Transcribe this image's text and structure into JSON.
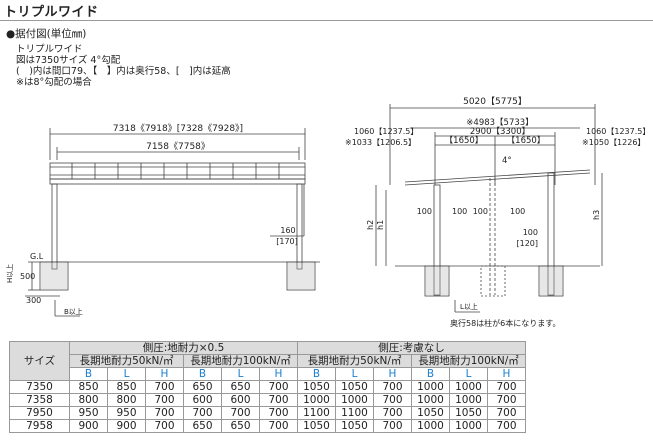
{
  "page": {
    "title": "トリプルワイド",
    "section_heading": "●据付図(単位㎜)",
    "notes": [
      "トリプルワイド",
      "図は7350サイズ 4°勾配",
      "(　)内は間口79、【　】内は奥行58、[　]内は延高",
      "※は8°勾配の場合"
    ]
  },
  "front_view": {
    "overall_width": "7318《7918》[7328《7928》]",
    "inner_width": "7158《7758》",
    "dim_160": "160",
    "dim_170": "[170]",
    "gl_label": "G.L",
    "dim_500": "500",
    "dim_h_ue": "H以上",
    "dim_300": "300",
    "dim_b_ue": "B以上"
  },
  "side_view": {
    "top_width": "5020【5775】",
    "star_4983": "※4983【5733】",
    "dim_2900": "2900【3300】",
    "dim_1650_left": "【1650】",
    "dim_1650_right": "【1650】",
    "angle": "4°",
    "left_overhang": "1060【1237.5】",
    "left_overhang_star": "※1033【1206.5】",
    "right_overhang": "1060【1237.5】",
    "right_overhang_star": "※1050【1226】",
    "h2": "h2",
    "h1": "h1",
    "h3": "h3",
    "dim_100_a": "100",
    "dim_100_b": "100",
    "dim_100_c": "100",
    "dim_100_d": "100",
    "dim_100_e": "100",
    "dim_120": "[120]",
    "dim_l_ue": "L以上",
    "footnote": "奥行58は柱が6本になります。"
  },
  "spec_table": {
    "col_size": "サイズ",
    "group_a": "側圧:地耐力×0.5",
    "group_b": "側圧:考慮なし",
    "sub_50": "長期地耐力50kN/㎡",
    "sub_100": "長期地耐力100kN/㎡",
    "letters": [
      "B",
      "L",
      "H"
    ],
    "rows": [
      {
        "size": "7350",
        "vals": [
          "850",
          "850",
          "700",
          "650",
          "650",
          "700",
          "1050",
          "1050",
          "700",
          "1000",
          "1000",
          "700"
        ]
      },
      {
        "size": "7358",
        "vals": [
          "800",
          "800",
          "700",
          "600",
          "600",
          "700",
          "1000",
          "1000",
          "700",
          "1000",
          "1000",
          "700"
        ]
      },
      {
        "size": "7950",
        "vals": [
          "950",
          "950",
          "700",
          "700",
          "700",
          "700",
          "1100",
          "1100",
          "700",
          "1050",
          "1050",
          "700"
        ]
      },
      {
        "size": "7958",
        "vals": [
          "900",
          "900",
          "700",
          "650",
          "650",
          "700",
          "1050",
          "1050",
          "700",
          "1000",
          "1000",
          "700"
        ]
      }
    ]
  },
  "colors": {
    "accent": "#1a7fd1",
    "header_bg": "#dcdcdc",
    "line": "#555555"
  }
}
